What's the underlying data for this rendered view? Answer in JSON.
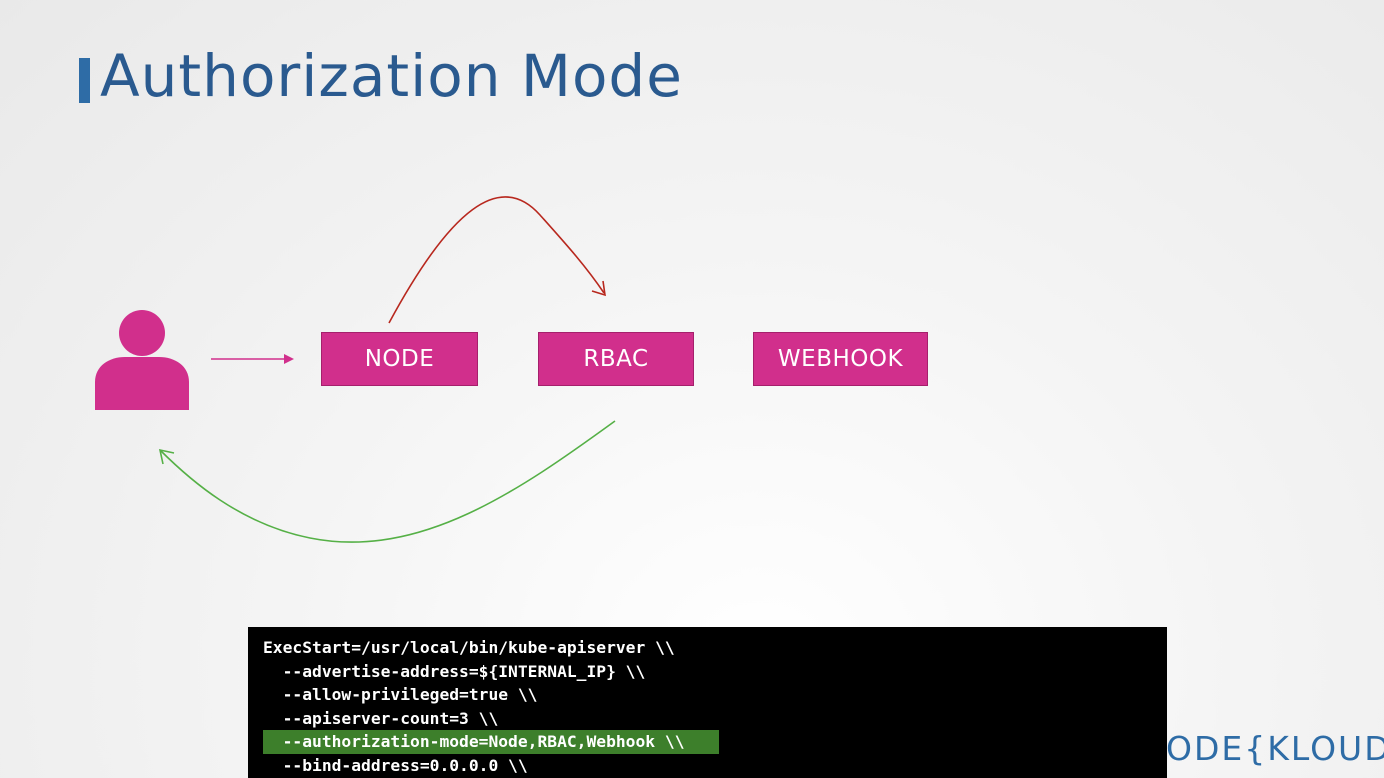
{
  "title": "Authorization Mode",
  "boxes": {
    "node": "NODE",
    "rbac": "RBAC",
    "webhook": "WEBHOOK"
  },
  "icons": {
    "user": "user-icon",
    "arrow_request": "arrow-right-icon",
    "arrow_node_to_rbac": "curved-arrow-icon",
    "arrow_response": "curved-arrow-back-icon"
  },
  "colors": {
    "title": "#2a5a8f",
    "accent_bar": "#2e6ca6",
    "box": "#d12f8c",
    "user": "#d12f8c",
    "arrow_red": "#b8281e",
    "arrow_green": "#55b046",
    "highlight": "#3d7f2b"
  },
  "code": {
    "lines": [
      "ExecStart=/usr/local/bin/kube-apiserver \\\\",
      "  --advertise-address=${INTERNAL_IP} \\\\",
      "  --allow-privileged=true \\\\",
      "  --apiserver-count=3 \\\\",
      "  --authorization-mode=Node,RBAC,Webhook \\\\",
      "  --bind-address=0.0.0.0 \\\\"
    ]
  },
  "logo": {
    "text": "ODE{KLOUD"
  }
}
